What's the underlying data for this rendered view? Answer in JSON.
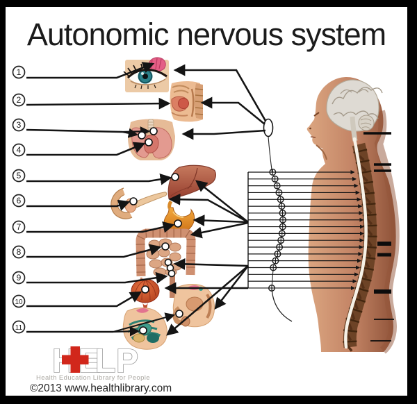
{
  "title": "Autonomic nervous system",
  "labels": [
    "1",
    "2",
    "3",
    "4",
    "5",
    "6",
    "7",
    "8",
    "9",
    "10",
    "11"
  ],
  "logo": {
    "h": "H",
    "e": "E",
    "l": "L",
    "p": "P",
    "tagline": "Health Education Library for People",
    "copyright": "©2013 www.healthlibrary.com"
  },
  "colors": {
    "accent_red": "#d1271b",
    "skin": "#c98a67",
    "line_black": "#141414"
  }
}
